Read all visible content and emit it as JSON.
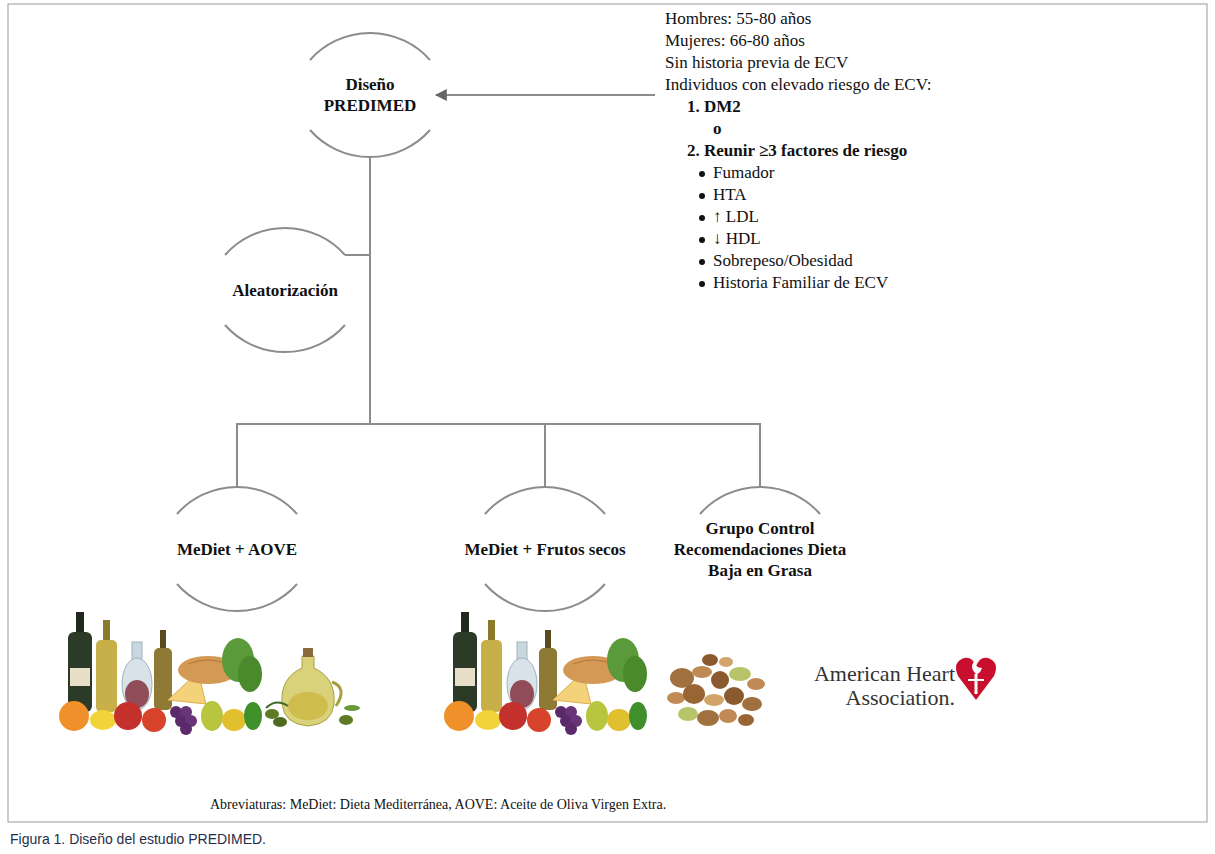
{
  "diagram": {
    "caption": "Figura 1. Diseño del estudio PREDIMED.",
    "nodes": [
      {
        "text": [
          "Diseño PREDIMED"
        ]
      },
      {
        "text": [
          "Hombres: 55-80 años",
          "Mujeres: 66-80 años",
          "Sin historia previa de ECV",
          "Individuos con elevado riesgo de ECV:",
          "1. DM2",
          "o",
          "2. Reunir ≥3 factores de riesgo",
          "Fumador",
          "HTA",
          "↑ LDL",
          "↓ HDL",
          "Sobrepeso/Obesidad",
          "Historia Familiar de ECV"
        ]
      },
      {
        "text": [
          "Aleatorización"
        ]
      },
      {
        "text": [
          "MeDiet + AOVE"
        ]
      },
      {
        "text": [
          "MeDiet + Frutos secos"
        ]
      },
      {
        "text": [
          "Grupo Control Recomendaciones Dieta Baja en Grasa"
        ]
      }
    ],
    "edges": [
      {
        "from": 1,
        "to": 0,
        "arrow": "to"
      },
      {
        "from": 0,
        "to": 2,
        "arrow": "none"
      },
      {
        "from": 0,
        "to": 3,
        "arrow": "none"
      },
      {
        "from": 0,
        "to": 4,
        "arrow": "none"
      },
      {
        "from": 0,
        "to": 5,
        "arrow": "none"
      }
    ],
    "labels": [
      "American Heart Association.",
      "Abreviaturas: MeDiet: Dieta Mediterránea, AOVE: Aceite de Oliva Virgen Extra."
    ]
  }
}
